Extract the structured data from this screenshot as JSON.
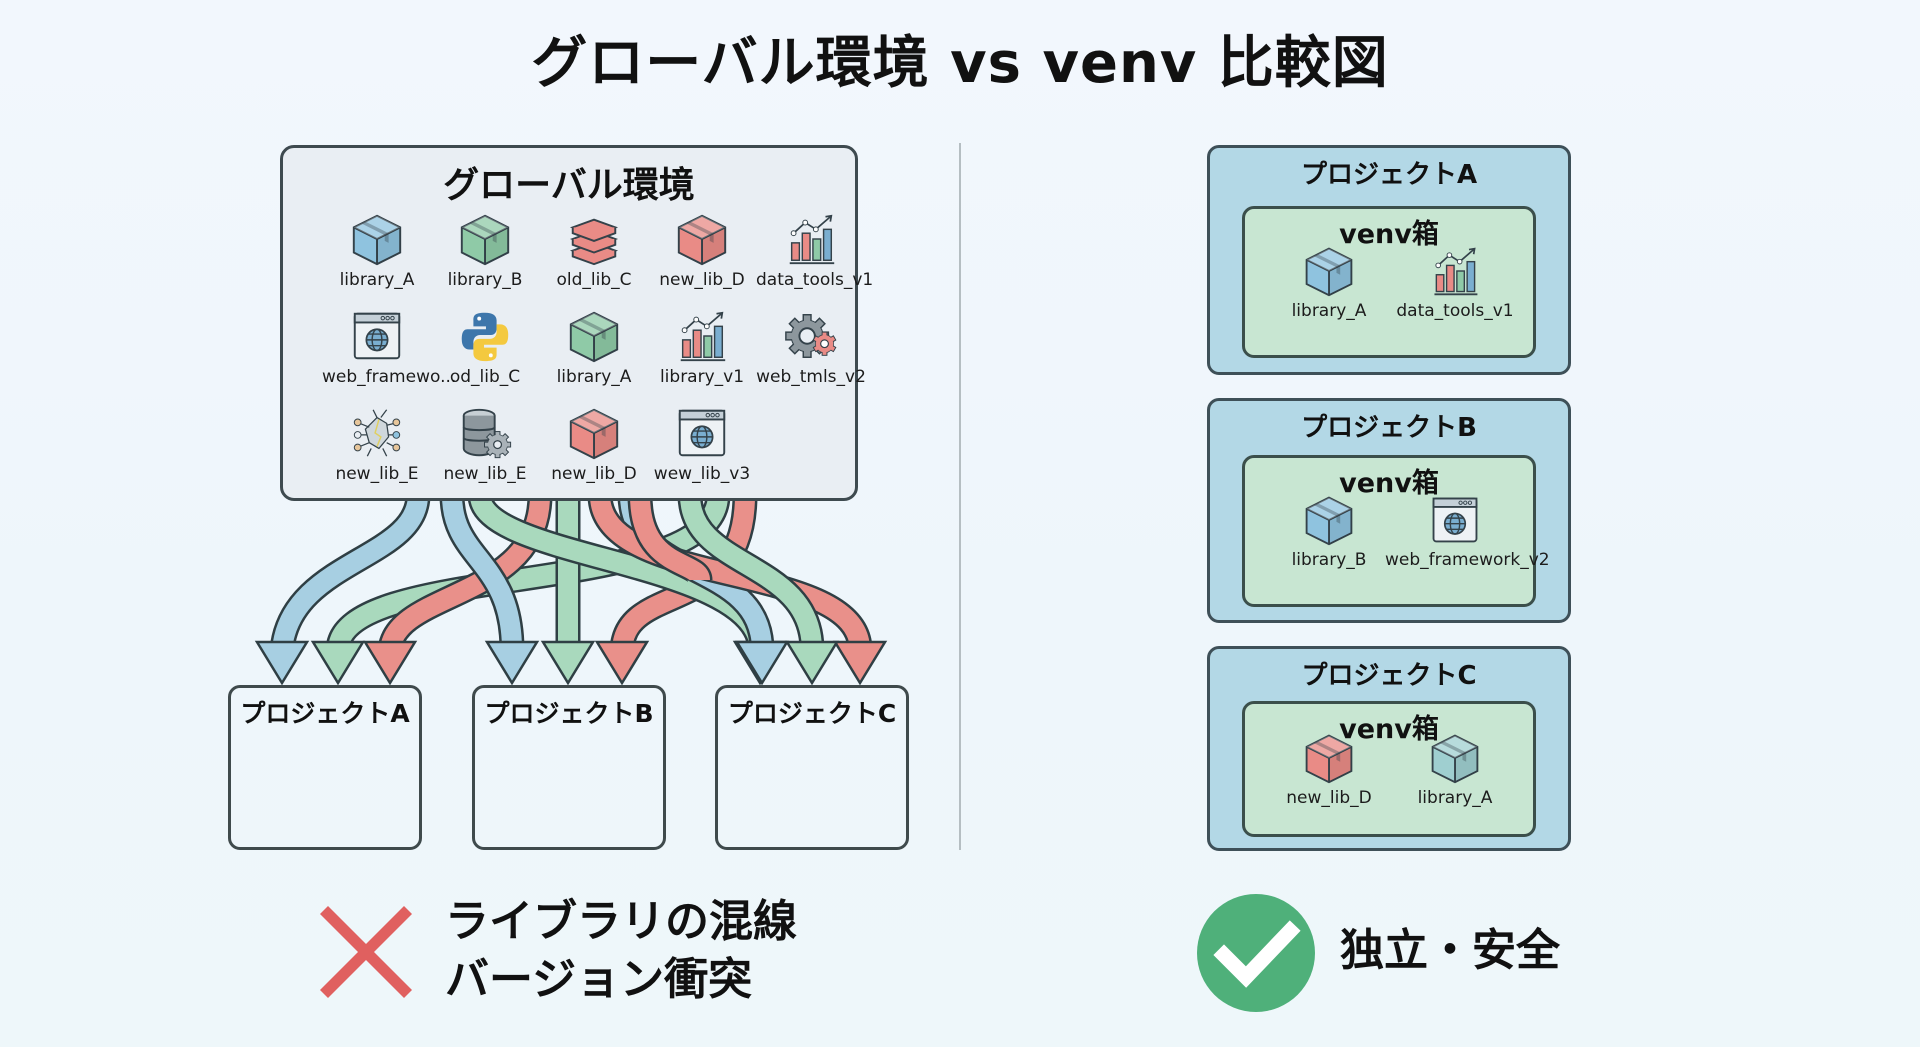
{
  "title": "グローバル環境 vs venv 比較図",
  "global_env": {
    "title": "グローバル環境",
    "libraries": [
      {
        "label": "library_A",
        "icon": "package-box-icon",
        "color": "#8fc3df"
      },
      {
        "label": "library_B",
        "icon": "package-box-icon",
        "color": "#8fcaa7"
      },
      {
        "label": "old_lib_C",
        "icon": "book-stack-icon",
        "color": "#e98b86"
      },
      {
        "label": "new_lib_D",
        "icon": "package-box-icon",
        "color": "#e98b86"
      },
      {
        "label": "data_tools_v1",
        "icon": "bar-chart-icon",
        "color": "#e98b86"
      },
      {
        "label": "web_framewo...",
        "icon": "browser-globe-icon",
        "color": "#dfe8ef"
      },
      {
        "label": "od_lib_C",
        "icon": "python-logo-icon",
        "color": "#f4c93f"
      },
      {
        "label": "library_A",
        "icon": "package-box-icon",
        "color": "#8fcaa7"
      },
      {
        "label": "library_v1",
        "icon": "bar-chart-icon",
        "color": "#e98b86"
      },
      {
        "label": "web_tmls_v2",
        "icon": "gears-icon",
        "color": "#8d979d"
      },
      {
        "label": "new_lib_E",
        "icon": "network-nodes-icon",
        "color": "#e7c69b"
      },
      {
        "label": "new_lib_E",
        "icon": "database-gear-icon",
        "color": "#8d979d"
      },
      {
        "label": "new_lib_D",
        "icon": "package-box-icon",
        "color": "#e98b86"
      },
      {
        "label": "wew_lib_v3",
        "icon": "browser-globe-icon",
        "color": "#dfe8ef"
      }
    ]
  },
  "left_projects": [
    {
      "label": "プロジェクトA",
      "color": "#b2d6e6"
    },
    {
      "label": "プロジェクトB",
      "color": "#a3d2cc"
    },
    {
      "label": "プロジェクトC",
      "color": "#c3e3cd"
    }
  ],
  "arrow_colors": {
    "blue": "#a7cfe2",
    "green": "#a9d9bd",
    "red": "#e9908a"
  },
  "left_verdict": {
    "icon": "cross-icon",
    "color": "#e0605f",
    "lines": [
      "ライブラリの混線",
      "バージョン衝突"
    ]
  },
  "right_projects": [
    {
      "label": "プロジェクトA",
      "venv_label": "venv箱",
      "libs": [
        {
          "label": "library_A",
          "icon": "package-box-icon",
          "color": "#8fc3df"
        },
        {
          "label": "data_tools_v1",
          "icon": "bar-chart-icon",
          "color": "#e98b86"
        }
      ]
    },
    {
      "label": "プロジェクトB",
      "venv_label": "venv箱",
      "libs": [
        {
          "label": "library_B",
          "icon": "package-box-icon",
          "color": "#8fc3df"
        },
        {
          "label": "web_framework_v2",
          "icon": "browser-globe-icon",
          "color": "#dfe8ef"
        }
      ]
    },
    {
      "label": "プロジェクトC",
      "venv_label": "venv箱",
      "libs": [
        {
          "label": "new_lib_D",
          "icon": "package-box-icon",
          "color": "#e98b86"
        },
        {
          "label": "library_A",
          "icon": "package-box-icon",
          "color": "#9fcfd0"
        }
      ]
    }
  ],
  "right_verdict": {
    "icon": "check-circle-icon",
    "color": "#4fb07a",
    "text": "独立・安全"
  }
}
